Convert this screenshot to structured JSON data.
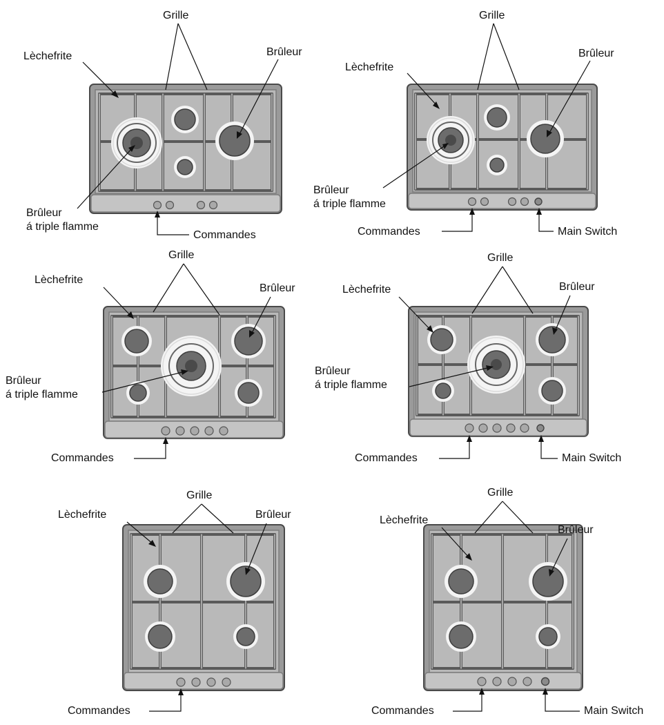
{
  "labels": {
    "grille": "Grille",
    "lechefrite": "Lèchefrite",
    "bruleur": "Brûleur",
    "triple_line1": "Brûleur",
    "triple_line2": "á triple flamme",
    "commandes": "Commandes",
    "main_switch": "Main Switch"
  },
  "cooktops": [
    {
      "id": "cooktop-1",
      "layout": "triple-left",
      "knobs": 4,
      "main_switch": false
    },
    {
      "id": "cooktop-2",
      "layout": "triple-left",
      "knobs": 5,
      "main_switch": true
    },
    {
      "id": "cooktop-3",
      "layout": "triple-center",
      "knobs": 5,
      "main_switch": false
    },
    {
      "id": "cooktop-4",
      "layout": "triple-center",
      "knobs": 6,
      "main_switch": true
    },
    {
      "id": "cooktop-5",
      "layout": "four",
      "knobs": 4,
      "main_switch": false
    },
    {
      "id": "cooktop-6",
      "layout": "four",
      "knobs": 5,
      "main_switch": true
    }
  ],
  "colors": {
    "frame": "#9a9a9a",
    "plate": "#b9b9b9",
    "burner": "#6c6c6c",
    "grid": "#5a5a5a"
  }
}
